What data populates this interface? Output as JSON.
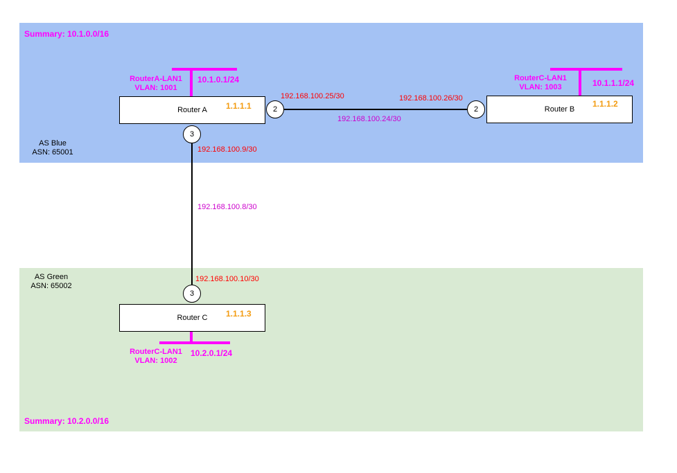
{
  "zones": {
    "blue": {
      "summary": "Summary: 10.1.0.0/16",
      "as_name": "AS Blue",
      "asn": "ASN: 65001",
      "color": "#a4c2f4"
    },
    "green": {
      "summary": "Summary: 10.2.0.0/16",
      "as_name": "AS Green",
      "asn": "ASN: 65002",
      "color": "#d9ead3"
    }
  },
  "routers": {
    "a": {
      "name": "Router A",
      "router_id": "1.1.1.1",
      "lan": {
        "name": "RouterA-LAN1",
        "vlan": "VLAN: 1001",
        "network": "10.1.0.1/24"
      }
    },
    "b": {
      "name": "Router B",
      "router_id": "1.1.1.2",
      "lan": {
        "name": "RouterC-LAN1",
        "vlan": "VLAN: 1003",
        "network": "10.1.1.1/24"
      }
    },
    "c": {
      "name": "Router C",
      "router_id": "1.1.1.3",
      "lan": {
        "name": "RouterC-LAN1",
        "vlan": "VLAN: 1002",
        "network": "10.2.0.1/24"
      }
    }
  },
  "links": {
    "a_b": {
      "port_a": "2",
      "port_b": "2",
      "ip_a": "192.168.100.25/30",
      "ip_b": "192.168.100.26/30",
      "subnet": "192.168.100.24/30"
    },
    "a_c": {
      "port_a": "3",
      "port_c": "3",
      "ip_a": "192.168.100.9/30",
      "ip_c": "192.168.100.10/30",
      "subnet": "192.168.100.8/30"
    }
  },
  "colors": {
    "lan": "#ff00ff",
    "router_id": "#f39c12",
    "interface_ip": "#ff0000",
    "subnet": "#cc00cc"
  }
}
